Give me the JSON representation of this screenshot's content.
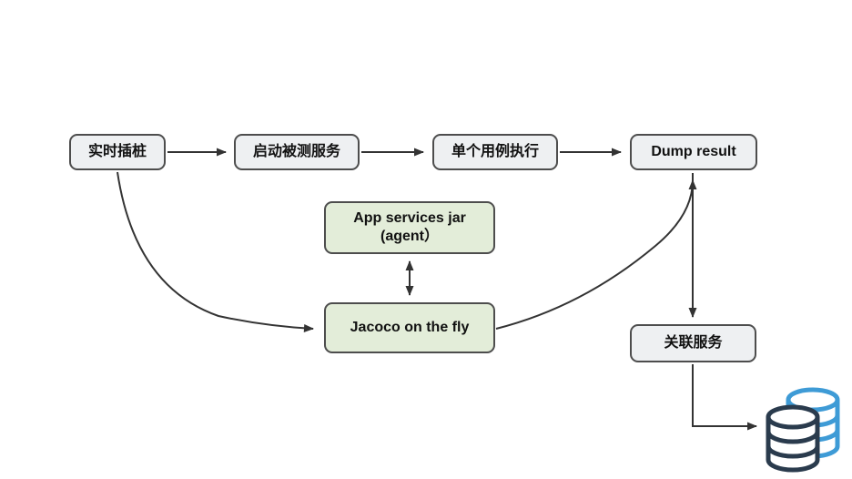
{
  "diagram": {
    "type": "flowchart",
    "background": "#ffffff",
    "nodes": {
      "realtime_instrumentation": {
        "label": "实时插桩",
        "style": "gray"
      },
      "start_tested_service": {
        "label": "启动被测服务",
        "style": "gray"
      },
      "single_case_execution": {
        "label": "单个用例执行",
        "style": "gray"
      },
      "dump_result": {
        "label": "Dump result",
        "style": "gray"
      },
      "app_services_jar": {
        "label_line1": "App services jar",
        "label_line2": "(agent）",
        "style": "green"
      },
      "jacoco_on_the_fly": {
        "label": "Jacoco on the fly",
        "style": "green"
      },
      "association_service": {
        "label": "关联服务",
        "style": "gray"
      },
      "database": {
        "icon": "database-icon",
        "style": "icon"
      }
    },
    "edges": [
      {
        "from": "实时插桩",
        "to": "启动被测服务",
        "arrow": "single",
        "shape": "straight"
      },
      {
        "from": "启动被测服务",
        "to": "单个用例执行",
        "arrow": "single",
        "shape": "straight"
      },
      {
        "from": "单个用例执行",
        "to": "Dump result",
        "arrow": "single",
        "shape": "straight"
      },
      {
        "from": "实时插桩",
        "to": "Jacoco on the fly",
        "arrow": "single",
        "shape": "curve"
      },
      {
        "from": "App services jar (agent）",
        "to": "Jacoco on the fly",
        "arrow": "double",
        "shape": "straight"
      },
      {
        "from": "Jacoco on the fly",
        "to": "Dump result",
        "arrow": "single",
        "shape": "curve"
      },
      {
        "from": "Dump result",
        "to": "关联服务",
        "arrow": "single",
        "shape": "straight"
      },
      {
        "from": "关联服务",
        "to": "database",
        "arrow": "single",
        "shape": "elbow"
      }
    ],
    "colors": {
      "node_gray_fill": "#eef0f2",
      "node_green_fill": "#e3edd9",
      "node_border": "#4d4d4d",
      "edge_line": "#333333",
      "database_front": "#2a3b4d",
      "database_back": "#3e9bd6",
      "label_text": "#111111"
    }
  }
}
